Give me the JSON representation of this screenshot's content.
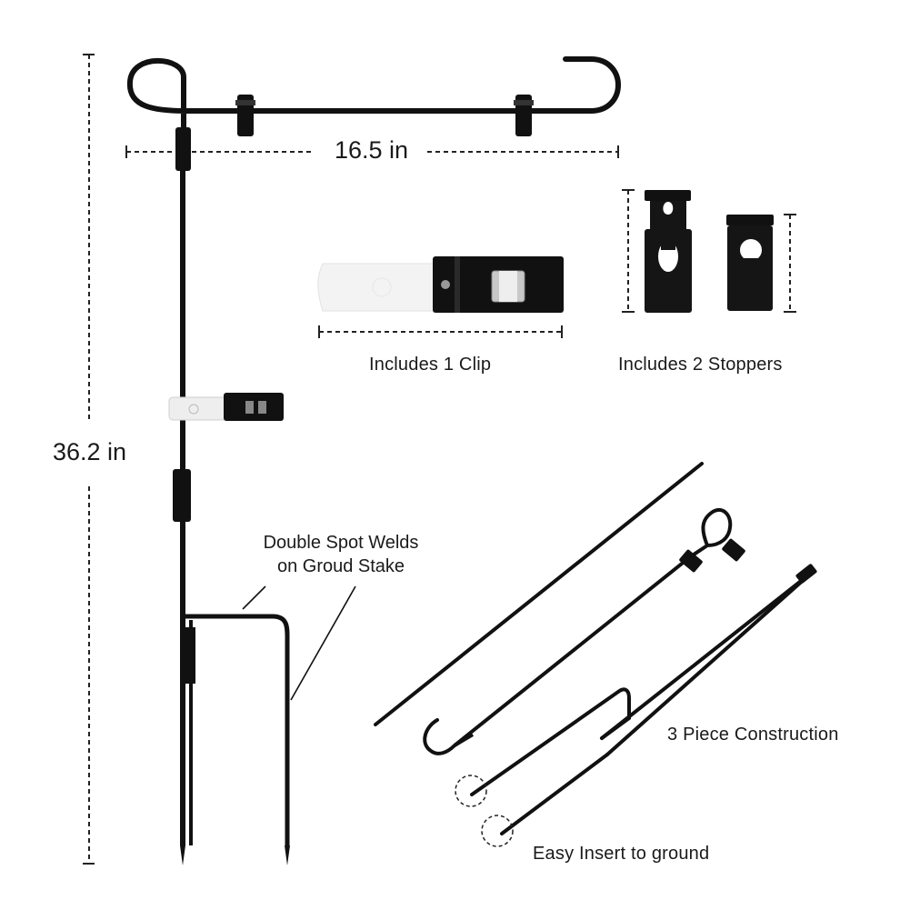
{
  "dimensions": {
    "width_label": "16.5 in",
    "height_label": "36.2 in"
  },
  "captions": {
    "clip": "Includes 1 Clip",
    "stoppers": "Includes 2 Stoppers",
    "welds_line1": "Double Spot Welds",
    "welds_line2": "on Groud Stake",
    "construction": "3 Piece Construction",
    "insert": "Easy Insert to ground"
  },
  "colors": {
    "metal": "#111111",
    "clip_tab": "#f2f2f2",
    "text": "#1a1a1a",
    "background": "#ffffff"
  }
}
